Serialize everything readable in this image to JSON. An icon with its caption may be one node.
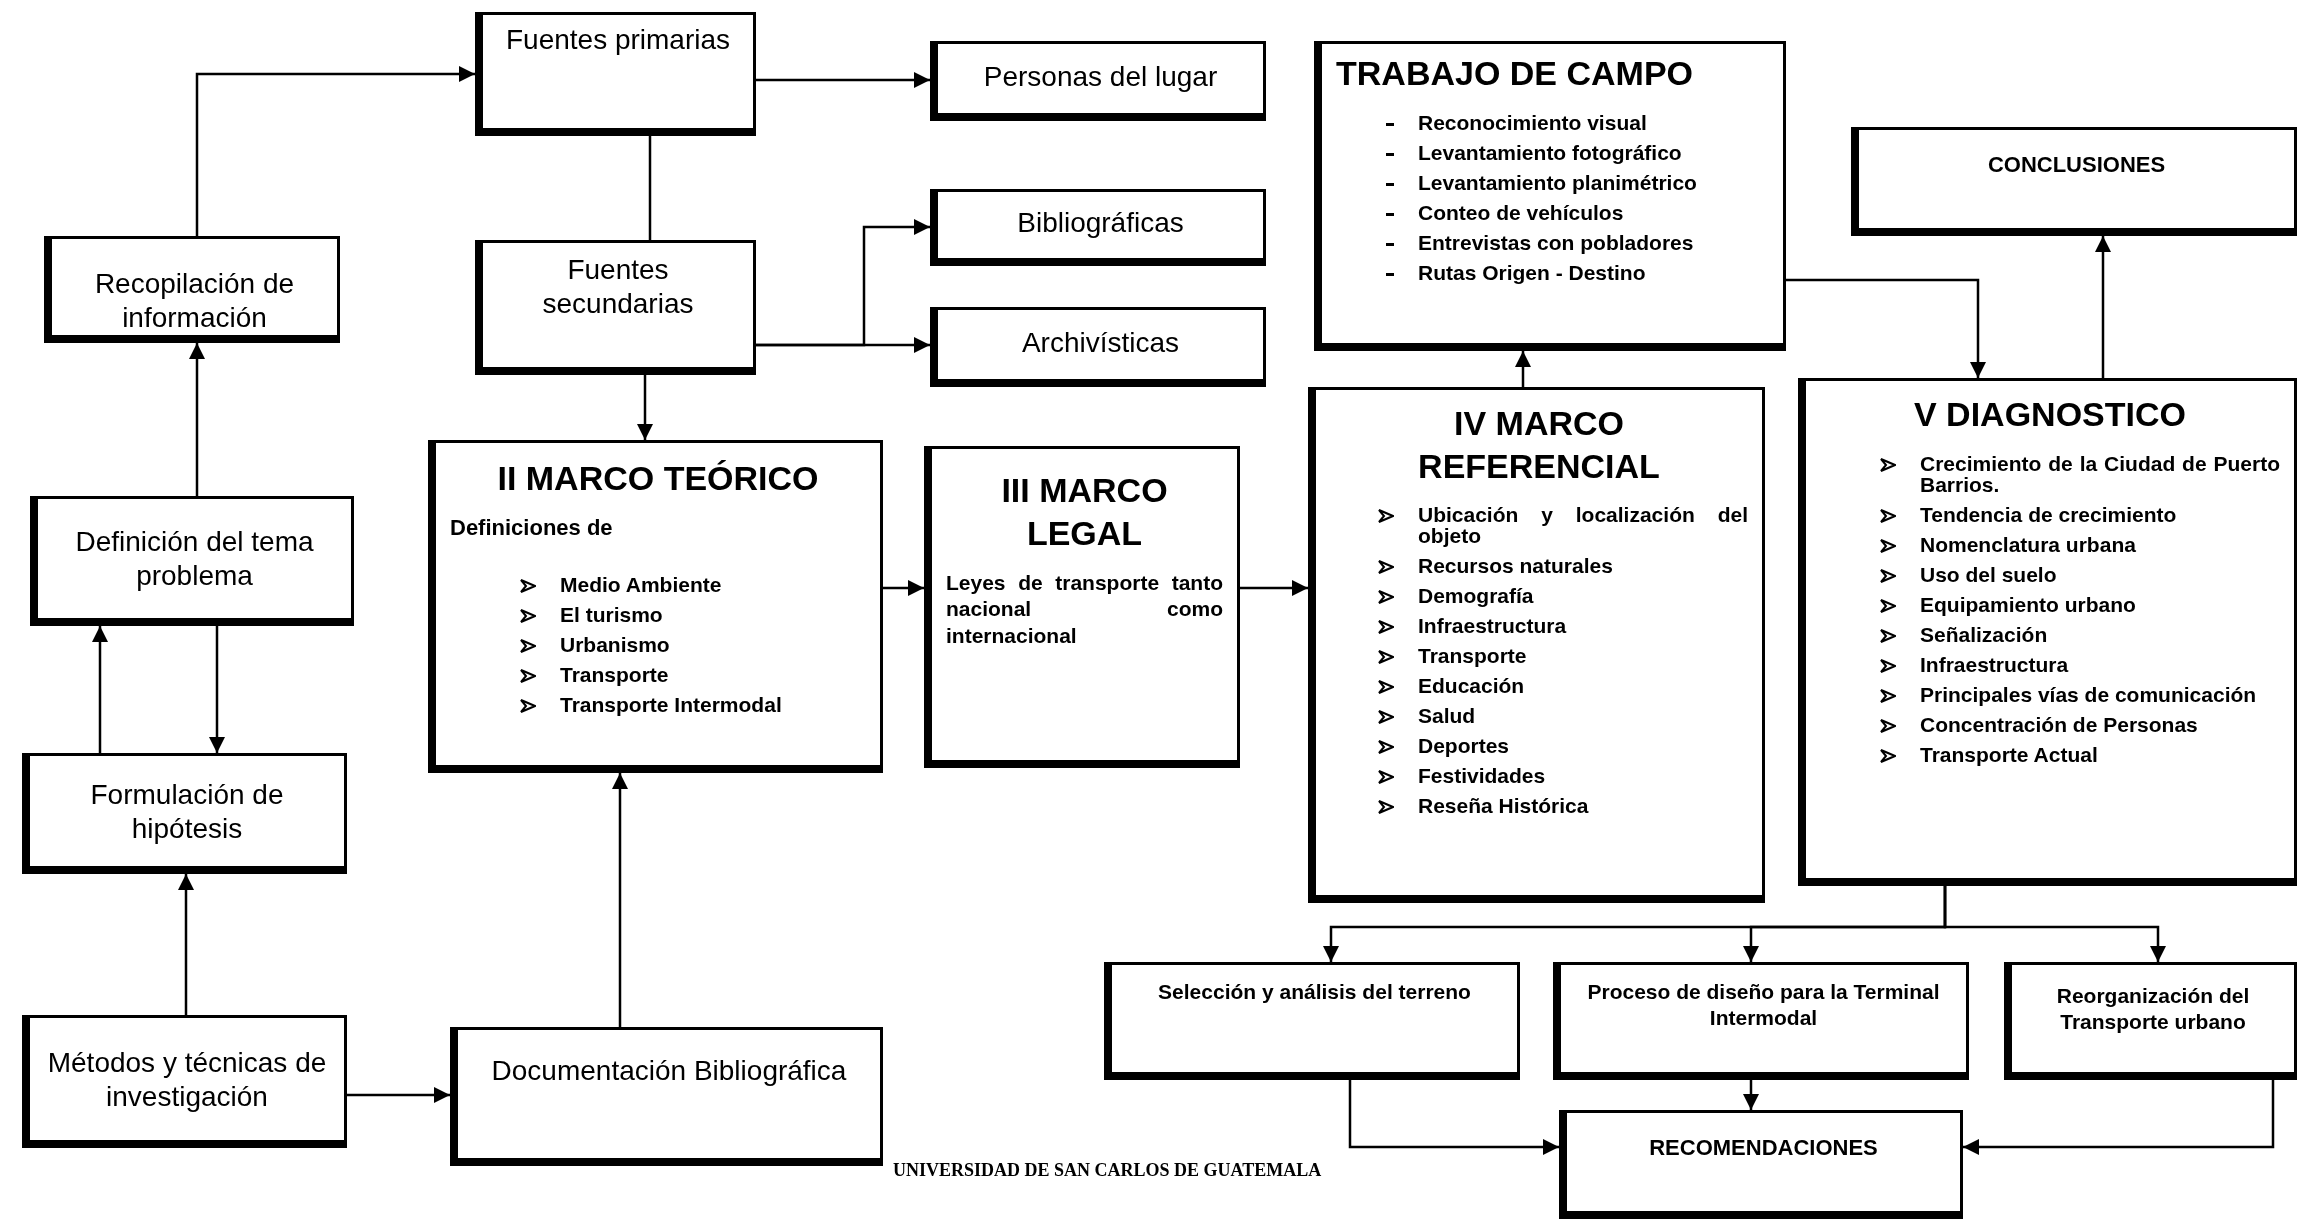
{
  "diagram": {
    "nodes": [
      {
        "text": [
          "Recopilación de información"
        ]
      },
      {
        "text": [
          "Definición del tema problema"
        ]
      },
      {
        "text": [
          "Formulación de hipótesis"
        ]
      },
      {
        "text": [
          "Métodos y técnicas de investigación"
        ]
      },
      {
        "text": [
          "Fuentes primarias"
        ]
      },
      {
        "text": [
          "Fuentes secundarias"
        ]
      },
      {
        "text": [
          "Personas del lugar"
        ]
      },
      {
        "text": [
          "Bibliográficas"
        ]
      },
      {
        "text": [
          "Archivísticas"
        ]
      },
      {
        "text": [
          "II MARCO TEÓRICO",
          "Definiciones de",
          "Medio Ambiente",
          "El turismo",
          "Urbanismo",
          "Transporte",
          "Transporte Intermodal"
        ]
      },
      {
        "text": [
          "Documentación Bibliográfica"
        ]
      },
      {
        "text": [
          "III MARCO LEGAL",
          "Leyes de transporte tanto nacional como internacional"
        ]
      },
      {
        "text": [
          "TRABAJO DE CAMPO",
          "Reconocimiento visual",
          "Levantamiento fotográfico",
          "Levantamiento planimétrico",
          "Conteo de vehículos",
          "Entrevistas con pobladores",
          "Rutas Origen - Destino"
        ]
      },
      {
        "text": [
          "IV MARCO REFERENCIAL",
          "Ubicación y localización del objeto",
          "Recursos naturales",
          "Demografía",
          "Infraestructura",
          "Transporte",
          "Educación",
          "Salud",
          "Deportes",
          "Festividades",
          "Reseña Histórica"
        ]
      },
      {
        "text": [
          "CONCLUSIONES"
        ]
      },
      {
        "text": [
          "V DIAGNOSTICO",
          "Crecimiento de la Ciudad de Puerto Barrios.",
          "Tendencia de crecimiento",
          "Nomenclatura urbana",
          "Uso del suelo",
          "Equipamiento urbano",
          "Señalización",
          "Infraestructura",
          "Principales vías de comunicación",
          "Concentración de Personas",
          "Transporte Actual"
        ]
      },
      {
        "text": [
          "Selección y análisis del terreno"
        ]
      },
      {
        "text": [
          "Proceso de diseño para la Terminal Intermodal"
        ]
      },
      {
        "text": [
          "Reorganización del Transporte urbano"
        ]
      },
      {
        "text": [
          "RECOMENDACIONES"
        ]
      }
    ],
    "edges": [
      {
        "from": 0,
        "to": 4,
        "arrow": "to"
      },
      {
        "from": 1,
        "to": 0,
        "arrow": "to"
      },
      {
        "from": 2,
        "to": 1,
        "arrow": "to"
      },
      {
        "from": 1,
        "to": 2,
        "arrow": "to"
      },
      {
        "from": 3,
        "to": 2,
        "arrow": "to"
      },
      {
        "from": 3,
        "to": 10,
        "arrow": "to"
      },
      {
        "from": 10,
        "to": 9,
        "arrow": "to"
      },
      {
        "from": 4,
        "to": 5,
        "arrow": "none"
      },
      {
        "from": 4,
        "to": 6,
        "arrow": "to"
      },
      {
        "from": 5,
        "to": 7,
        "arrow": "to"
      },
      {
        "from": 5,
        "to": 8,
        "arrow": "to"
      },
      {
        "from": 5,
        "to": 9,
        "arrow": "to"
      },
      {
        "from": 9,
        "to": 11,
        "arrow": "to"
      },
      {
        "from": 11,
        "to": 13,
        "arrow": "to"
      },
      {
        "from": 13,
        "to": 12,
        "arrow": "to"
      },
      {
        "from": 12,
        "to": 15,
        "arrow": "to"
      },
      {
        "from": 15,
        "to": 14,
        "arrow": "to"
      },
      {
        "from": 15,
        "to": 16,
        "arrow": "to"
      },
      {
        "from": 15,
        "to": 17,
        "arrow": "to"
      },
      {
        "from": 15,
        "to": 18,
        "arrow": "to"
      },
      {
        "from": 16,
        "to": 19,
        "arrow": "to"
      },
      {
        "from": 17,
        "to": 19,
        "arrow": "to"
      },
      {
        "from": 18,
        "to": 19,
        "arrow": "to"
      }
    ],
    "labels": [
      "UNIVERSIDAD DE SAN CARLOS DE GUATEMALA"
    ]
  }
}
